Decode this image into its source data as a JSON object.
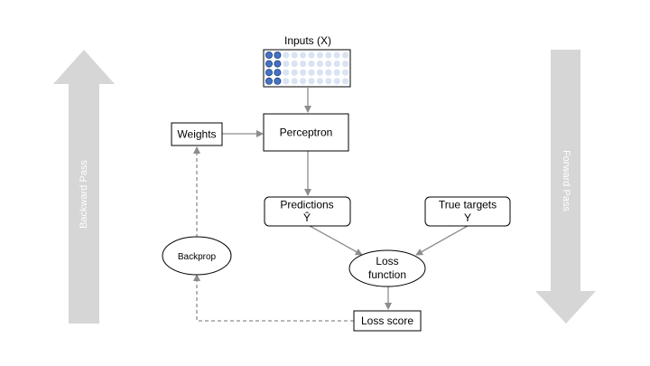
{
  "diagram": {
    "inputs_label": "Inputs (X)",
    "perceptron": "Perceptron",
    "weights": "Weights",
    "predictions": "Predictions",
    "predictions_symbol": "Ŷ",
    "true_targets": "True targets",
    "true_targets_symbol": "Y",
    "loss_function_line1": "Loss",
    "loss_function_line2": "function",
    "loss_score": "Loss score",
    "backprop": "Backprop",
    "backward_pass": "Backward Pass",
    "forward_pass": "Forward Pass"
  },
  "matrix": {
    "rows": 4,
    "cols": 10,
    "highlighted_cols": 2,
    "fill_color": "#4472c4",
    "empty_color": "#dae3f3"
  },
  "colors": {
    "arrow_gray": "#d6d6d6",
    "edge_gray": "#8c8c8c"
  }
}
